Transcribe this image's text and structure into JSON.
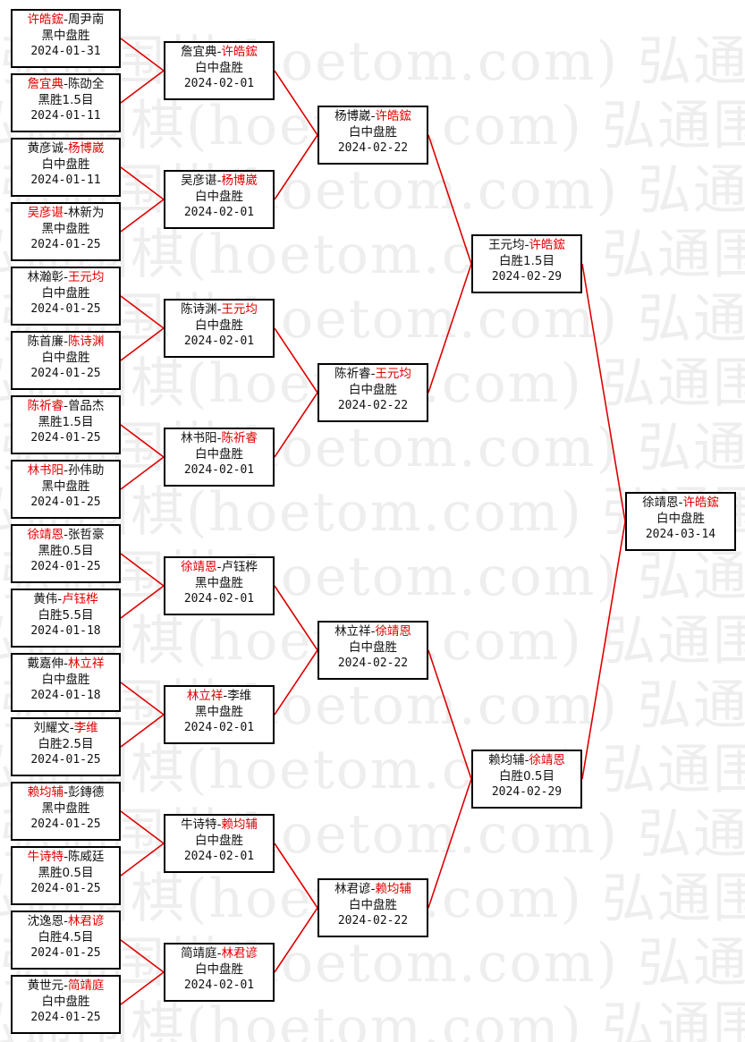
{
  "watermark": {
    "text": "弘通围棋(hoetom.com) 弘通围棋(hoetom.com) 弘通围棋(hoetom.com)"
  },
  "colors": {
    "winner": "#e00000",
    "line": "#e00000",
    "border": "#000000"
  },
  "rounds": [
    {
      "name": "round-1",
      "matches": [
        {
          "p1": "许皓鋐",
          "p2": "周尹南",
          "winner": 1,
          "result": "黑中盘胜",
          "date": "2024-01-31"
        },
        {
          "p1": "詹宜典",
          "p2": "陈劭全",
          "winner": 1,
          "result": "黑胜1.5目",
          "date": "2024-01-11"
        },
        {
          "p1": "黄彦诚",
          "p2": "杨博崴",
          "winner": 2,
          "result": "白中盘胜",
          "date": "2024-01-11"
        },
        {
          "p1": "吴彦谌",
          "p2": "林新为",
          "winner": 1,
          "result": "黑中盘胜",
          "date": "2024-01-25"
        },
        {
          "p1": "林瀚彰",
          "p2": "王元均",
          "winner": 2,
          "result": "白中盘胜",
          "date": "2024-01-25"
        },
        {
          "p1": "陈首廉",
          "p2": "陈诗渊",
          "winner": 2,
          "result": "白中盘胜",
          "date": "2024-01-25"
        },
        {
          "p1": "陈祈睿",
          "p2": "曾品杰",
          "winner": 1,
          "result": "黑胜1.5目",
          "date": "2024-01-25"
        },
        {
          "p1": "林书阳",
          "p2": "孙伟助",
          "winner": 1,
          "result": "黑中盘胜",
          "date": "2024-01-25"
        },
        {
          "p1": "徐靖恩",
          "p2": "张哲豪",
          "winner": 1,
          "result": "黑胜0.5目",
          "date": "2024-01-25"
        },
        {
          "p1": "黄伟",
          "p2": "卢钰桦",
          "winner": 2,
          "result": "白胜5.5目",
          "date": "2024-01-18"
        },
        {
          "p1": "戴嘉伸",
          "p2": "林立祥",
          "winner": 2,
          "result": "白中盘胜",
          "date": "2024-01-18"
        },
        {
          "p1": "刘耀文",
          "p2": "李维",
          "winner": 2,
          "result": "白胜2.5目",
          "date": "2024-01-25"
        },
        {
          "p1": "赖均辅",
          "p2": "彭鏄德",
          "winner": 1,
          "result": "黑中盘胜",
          "date": "2024-01-25"
        },
        {
          "p1": "牛诗特",
          "p2": "陈威廷",
          "winner": 1,
          "result": "黑胜0.5目",
          "date": "2024-01-25"
        },
        {
          "p1": "沈逸恩",
          "p2": "林君谚",
          "winner": 2,
          "result": "白胜4.5目",
          "date": "2024-01-25"
        },
        {
          "p1": "黄世元",
          "p2": "简靖庭",
          "winner": 2,
          "result": "白中盘胜",
          "date": "2024-01-25"
        }
      ]
    },
    {
      "name": "round-2",
      "matches": [
        {
          "p1": "詹宜典",
          "p2": "许皓鋐",
          "winner": 2,
          "result": "白中盘胜",
          "date": "2024-02-01"
        },
        {
          "p1": "吴彦谌",
          "p2": "杨博崴",
          "winner": 2,
          "result": "白中盘胜",
          "date": "2024-02-01"
        },
        {
          "p1": "陈诗渊",
          "p2": "王元均",
          "winner": 2,
          "result": "白中盘胜",
          "date": "2024-02-01"
        },
        {
          "p1": "林书阳",
          "p2": "陈祈睿",
          "winner": 2,
          "result": "白中盘胜",
          "date": "2024-02-01"
        },
        {
          "p1": "徐靖恩",
          "p2": "卢钰桦",
          "winner": 1,
          "result": "黑中盘胜",
          "date": "2024-02-01"
        },
        {
          "p1": "林立祥",
          "p2": "李维",
          "winner": 1,
          "result": "黑中盘胜",
          "date": "2024-02-01"
        },
        {
          "p1": "牛诗特",
          "p2": "赖均辅",
          "winner": 2,
          "result": "白中盘胜",
          "date": "2024-02-01"
        },
        {
          "p1": "简靖庭",
          "p2": "林君谚",
          "winner": 2,
          "result": "白中盘胜",
          "date": "2024-02-01"
        }
      ]
    },
    {
      "name": "round-3",
      "matches": [
        {
          "p1": "杨博崴",
          "p2": "许皓鋐",
          "winner": 2,
          "result": "白中盘胜",
          "date": "2024-02-22"
        },
        {
          "p1": "陈祈睿",
          "p2": "王元均",
          "winner": 2,
          "result": "白中盘胜",
          "date": "2024-02-22"
        },
        {
          "p1": "林立祥",
          "p2": "徐靖恩",
          "winner": 2,
          "result": "白中盘胜",
          "date": "2024-02-22"
        },
        {
          "p1": "林君谚",
          "p2": "赖均辅",
          "winner": 2,
          "result": "白中盘胜",
          "date": "2024-02-22"
        }
      ]
    },
    {
      "name": "semifinal",
      "matches": [
        {
          "p1": "王元均",
          "p2": "许皓鋐",
          "winner": 2,
          "result": "白胜1.5目",
          "date": "2024-02-29"
        },
        {
          "p1": "赖均辅",
          "p2": "徐靖恩",
          "winner": 2,
          "result": "白胜0.5目",
          "date": "2024-02-29"
        }
      ]
    },
    {
      "name": "final",
      "matches": [
        {
          "p1": "徐靖恩",
          "p2": "许皓鋐",
          "winner": 2,
          "result": "白中盘胜",
          "date": "2024-03-14"
        }
      ]
    }
  ]
}
